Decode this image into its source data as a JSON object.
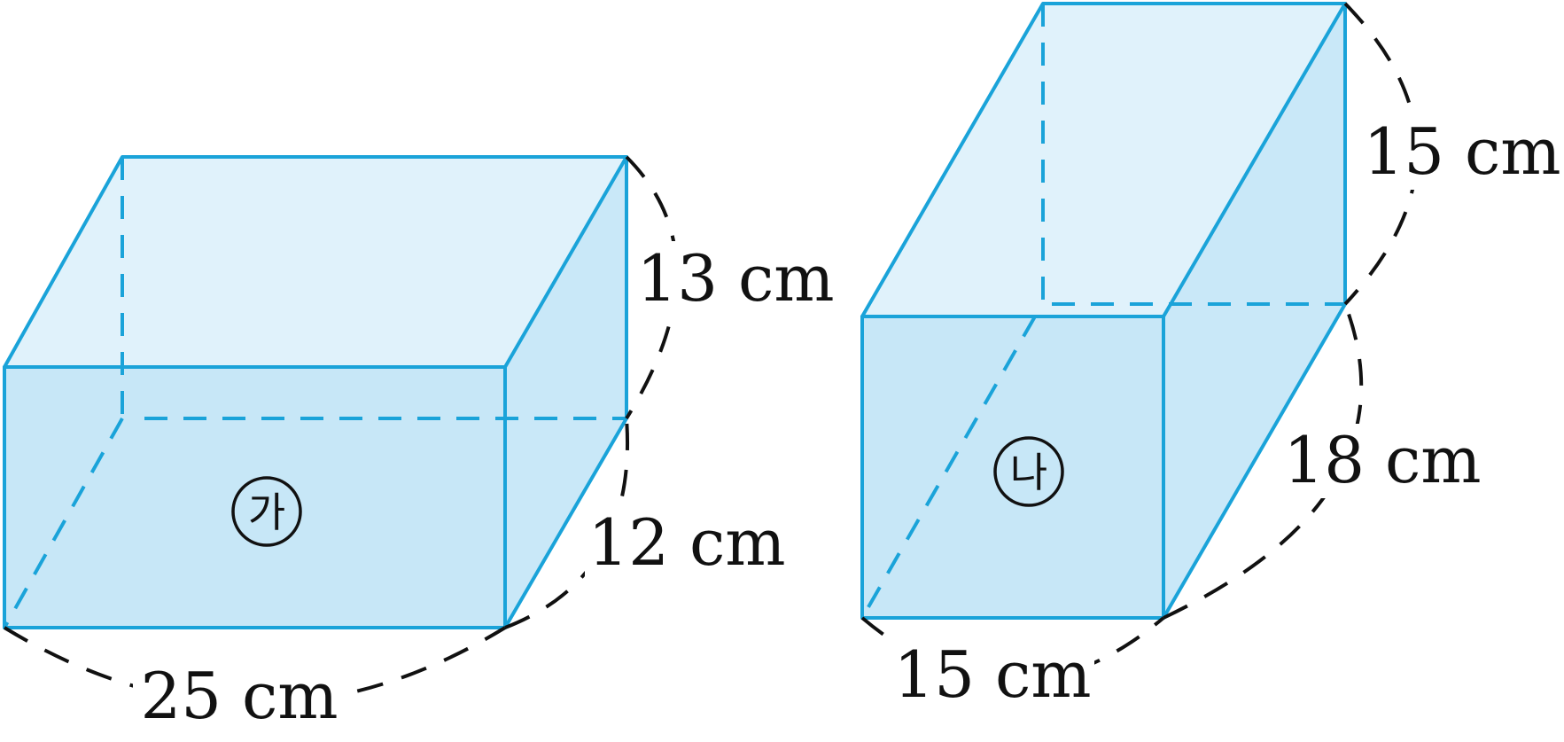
{
  "colors": {
    "edge": "#1aa3d9",
    "front": "#c7e7f7",
    "top": "#e0f2fb",
    "side": "#c9e8f8",
    "dim_line": "#111111"
  },
  "boxes": [
    {
      "label": "가",
      "width_label": "25 cm",
      "depth_label": "12 cm",
      "height_label": "13 cm"
    },
    {
      "label": "나",
      "width_label": "15 cm",
      "depth_label": "18 cm",
      "height_label": "15 cm"
    }
  ]
}
